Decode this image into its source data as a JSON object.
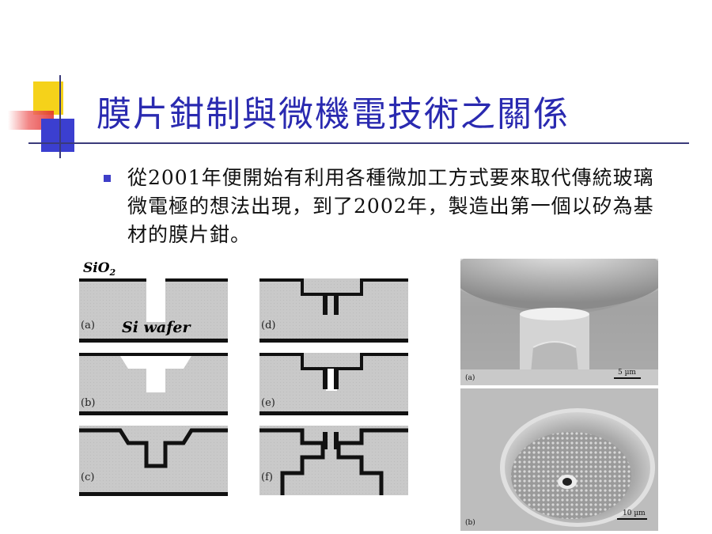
{
  "slide": {
    "title": "膜片鉗制與微機電技術之關係",
    "bullet_text": "從2001年便開始有利用各種微加工方式要來取代傳統玻璃微電極的想法出現，到了2002年，製造出第一個以矽為基材的膜片鉗。"
  },
  "figure_left": {
    "label_sio2": "SiO",
    "label_sio2_sub": "2",
    "label_si_wafer": "Si wafer",
    "panels": [
      "(a)",
      "(b)",
      "(c)",
      "(d)",
      "(e)",
      "(f)"
    ]
  },
  "figure_right": {
    "top": {
      "panel": "(a)",
      "scale": "5 µm"
    },
    "bottom": {
      "panel": "(b)",
      "scale": "10 µm"
    }
  },
  "colors": {
    "title": "#2a2ab0",
    "bullet": "#3e3ec8",
    "accent_yellow": "#f5d21a",
    "accent_red": "#e02a2a",
    "accent_blue": "#3b3fd0"
  }
}
